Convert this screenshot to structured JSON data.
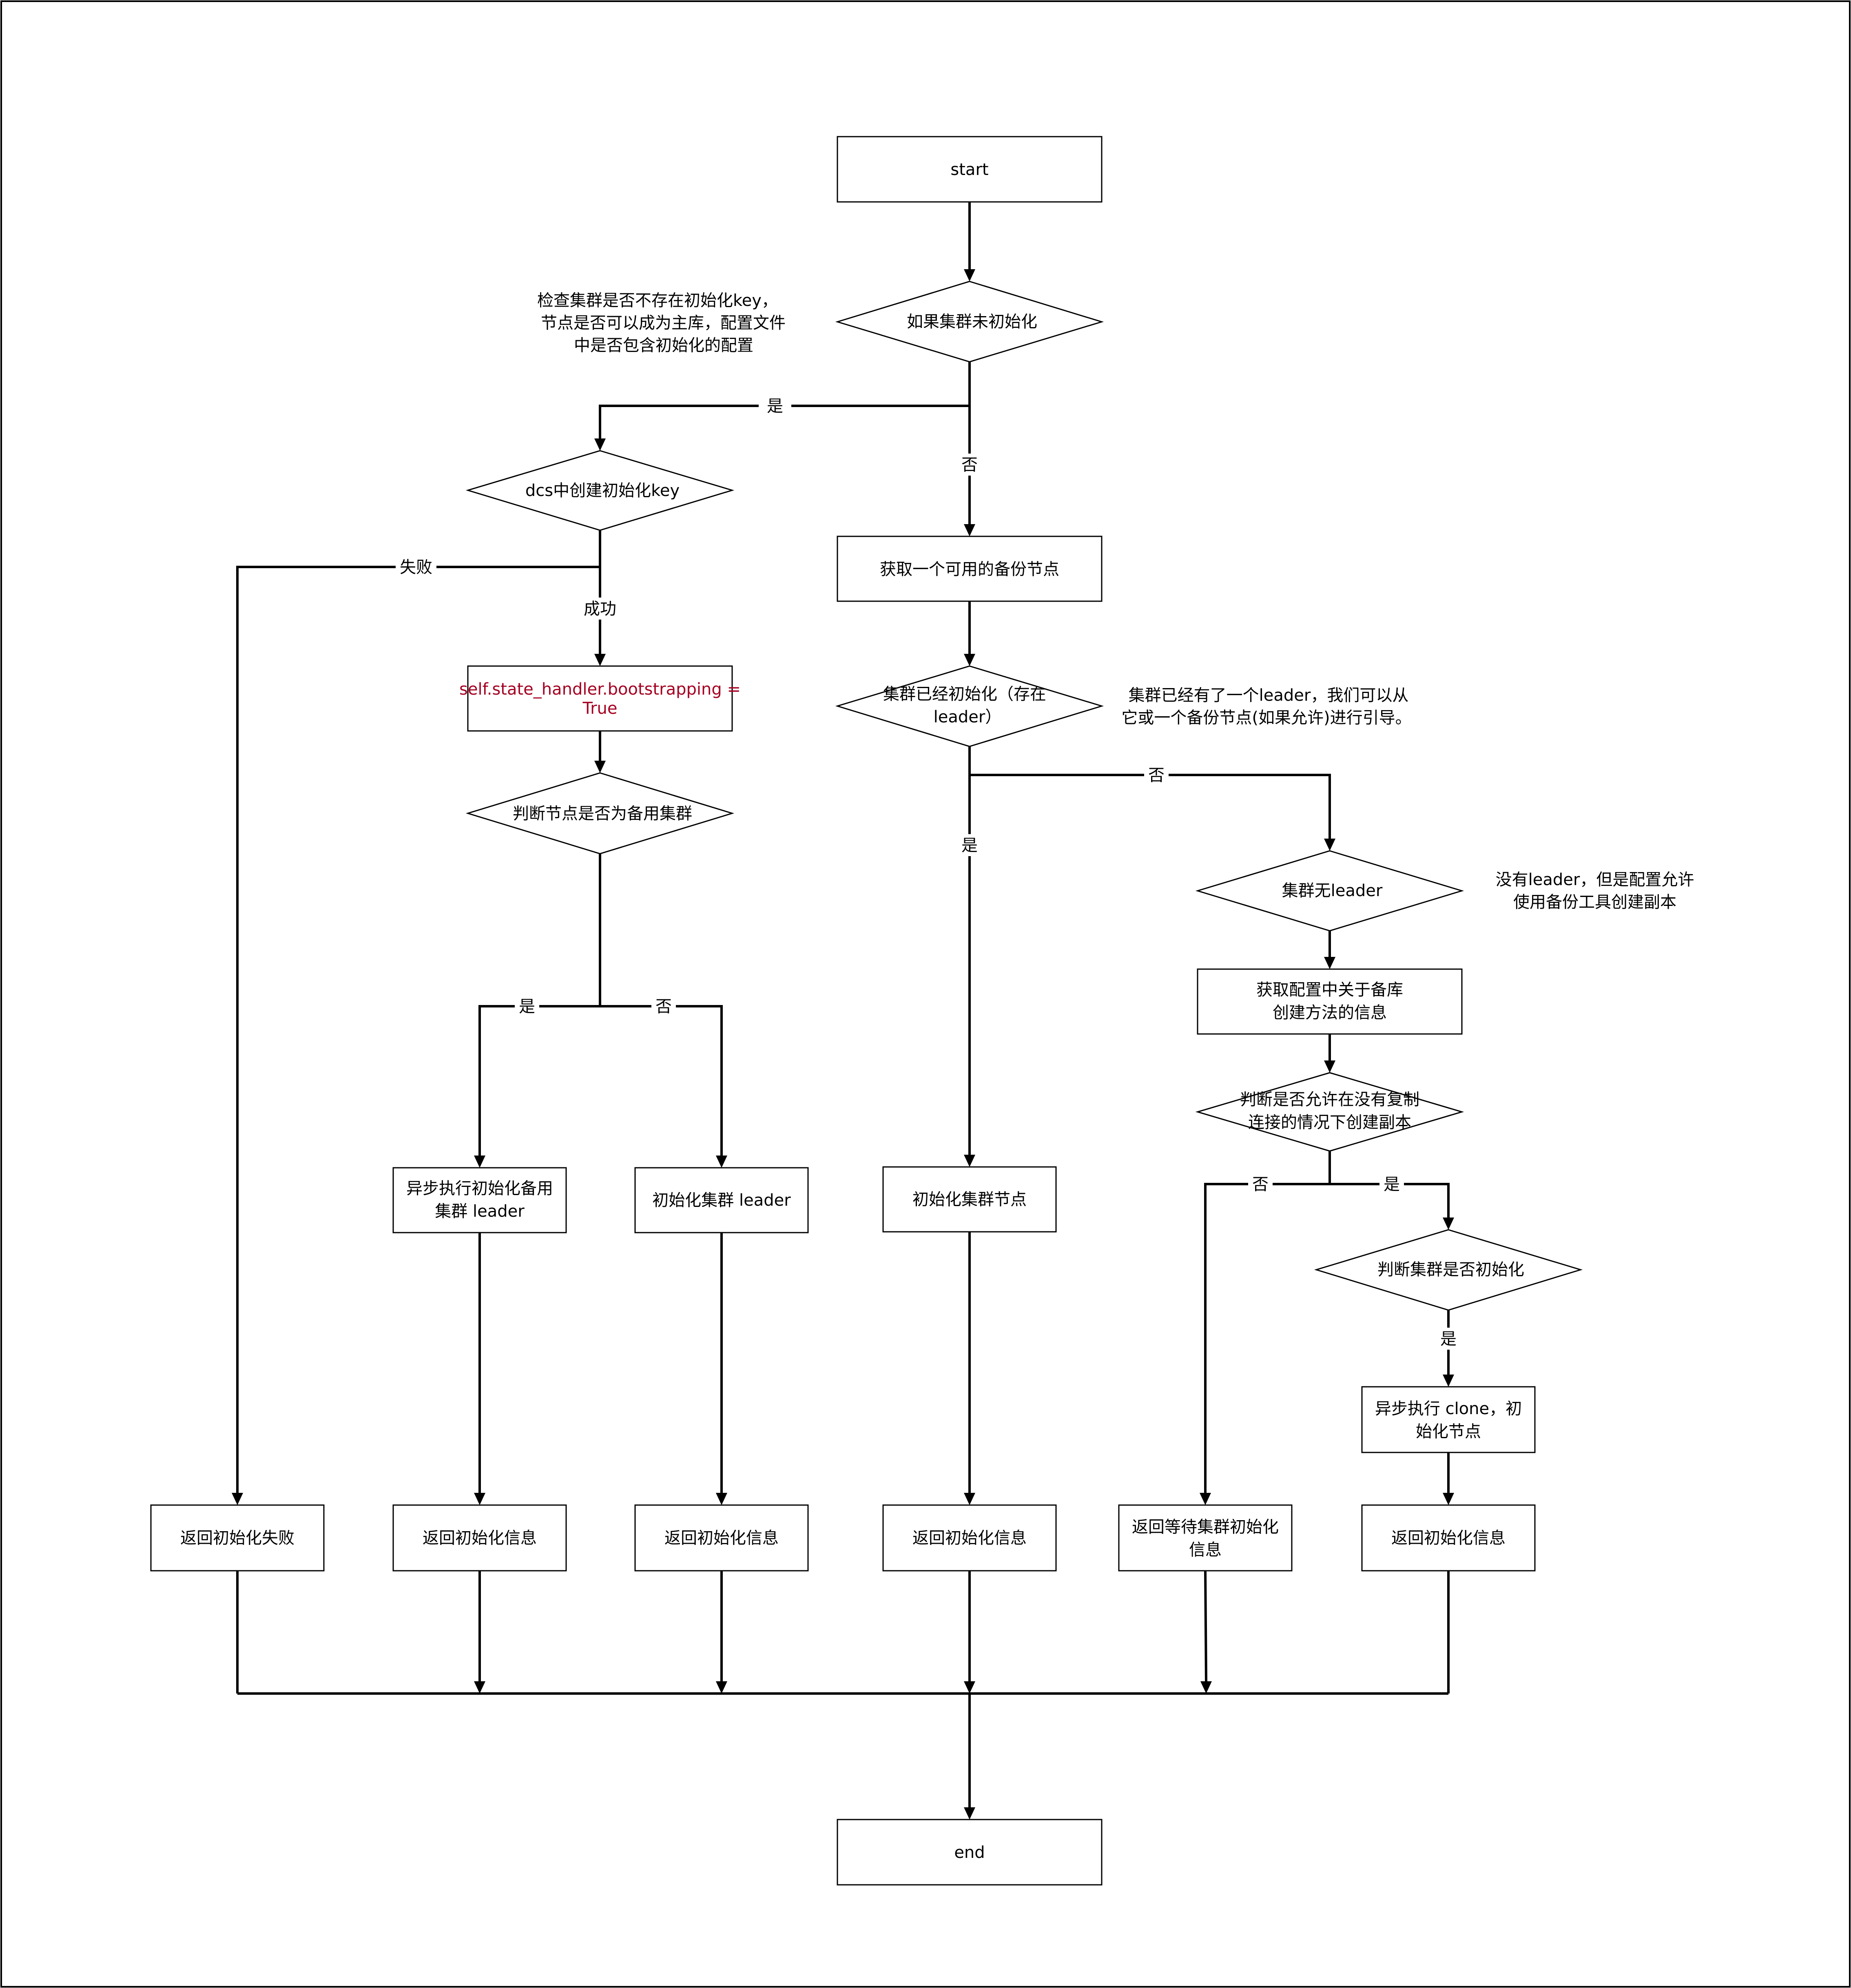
{
  "nodes": {
    "start": "start",
    "uninit": "如果集群未初始化",
    "dcs_create": "dcs中创建初始化key",
    "get_backup": "获取一个可用的备份节点",
    "bootstrapping_line1": "self.state_handler.bootstrapping =",
    "bootstrapping_line2": "True",
    "inited_line1": "集群已经初始化（存在",
    "inited_line2": "leader）",
    "is_standby": "判断节点是否为备用集群",
    "no_leader": "集群无leader",
    "get_config_line1": "获取配置中关于备库",
    "get_config_line2": "创建方法的信息",
    "allow_no_repl_line1": "判断是否允许在没有复制",
    "allow_no_repl_line2": "连接的情况下创建副本",
    "async_standby_line1": "异步执行初始化备用",
    "async_standby_line2": "集群 leader",
    "init_cluster_leader": "初始化集群 leader",
    "init_cluster_node": "初始化集群节点",
    "check_inited": "判断集群是否初始化",
    "async_clone_line1": "异步执行 clone，初",
    "async_clone_line2": "始化节点",
    "ret_fail": "返回初始化失败",
    "ret_info_1": "返回初始化信息",
    "ret_info_2": "返回初始化信息",
    "ret_info_3": "返回初始化信息",
    "ret_wait_line1": "返回等待集群初始化",
    "ret_wait_line2": "信息",
    "ret_info_4": "返回初始化信息",
    "end": "end"
  },
  "edge_labels": {
    "uninit_yes": "是",
    "uninit_no": "否",
    "dcs_fail": "失败",
    "dcs_success": "成功",
    "inited_no": "否",
    "inited_yes": "是",
    "standby_yes": "是",
    "standby_no": "否",
    "allow_no": "否",
    "allow_yes": "是",
    "check_yes": "是"
  },
  "notes": {
    "check_note_line1": "检查集群是否不存在初始化key，",
    "check_note_line2": "节点是否可以成为主库，配置文件",
    "check_note_line3": "中是否包含初始化的配置",
    "leader_note_line1": "集群已经有了一个leader，我们可以从",
    "leader_note_line2": "它或一个备份节点(如果允许)进行引导。",
    "noleader_note_line1": "没有leader，但是配置允许",
    "noleader_note_line2": "使用备份工具创建副本"
  },
  "colors": {
    "line": "#000000",
    "highlight_text": "#a50021",
    "background": "#ffffff"
  }
}
